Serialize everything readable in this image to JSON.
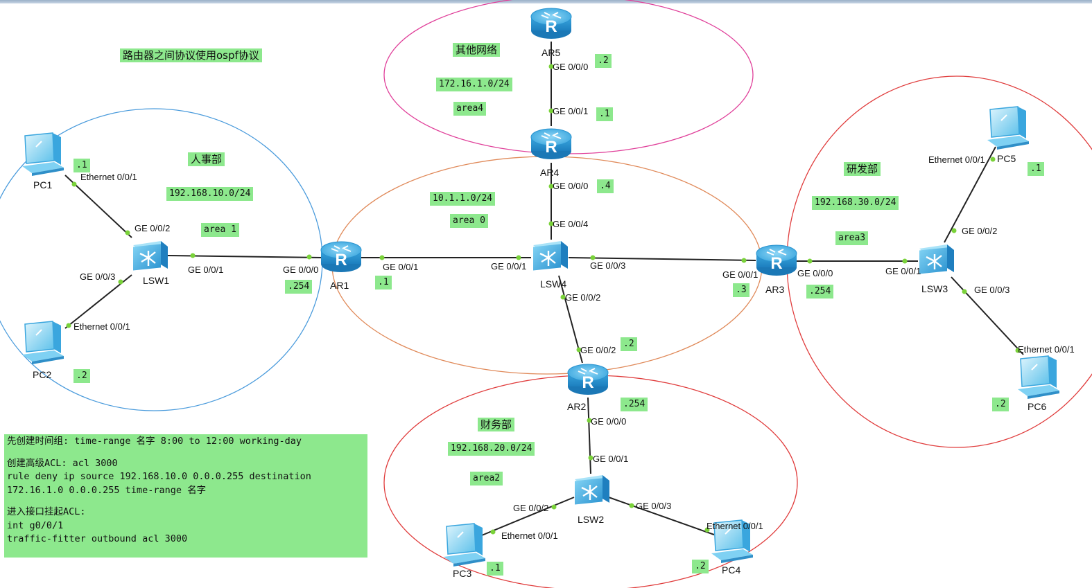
{
  "colors": {
    "area_hr": "#4a9bdc",
    "area_backbone": "#e08a5a",
    "area_other": "#e0409a",
    "area_rnd": "#e03c3c",
    "area_finance": "#e03c3c",
    "link": "#222222",
    "port_dot": "#7ad23a",
    "tag_bg": "#8de88d",
    "device": "#3fa9e0"
  },
  "title_note": "路由器之间协议使用ospf协议",
  "zones": {
    "hr": {
      "name": "人事部",
      "subnet": "192.168.10.0/24",
      "area": "area 1"
    },
    "backbone": {
      "subnet": "10.1.1.0/24",
      "area": "area 0"
    },
    "other": {
      "name": "其他网络",
      "subnet": "172.16.1.0/24",
      "area": "area4"
    },
    "rnd": {
      "name": "研发部",
      "subnet": "192.168.30.0/24",
      "area": "area3"
    },
    "finance": {
      "name": "财务部",
      "subnet": "192.168.20.0/24",
      "area": "area2"
    }
  },
  "devices": {
    "AR1": "AR1",
    "AR2": "AR2",
    "AR3": "AR3",
    "AR4": "AR4",
    "AR5": "AR5",
    "LSW1": "LSW1",
    "LSW2": "LSW2",
    "LSW3": "LSW3",
    "LSW4": "LSW4",
    "PC1": "PC1",
    "PC2": "PC2",
    "PC3": "PC3",
    "PC4": "PC4",
    "PC5": "PC5",
    "PC6": "PC6"
  },
  "ports": {
    "pc1_eth": "Ethernet 0/0/1",
    "lsw1_g002": "GE 0/0/2",
    "lsw1_g003": "GE 0/0/3",
    "pc2_eth": "Ethernet 0/0/1",
    "lsw1_g001": "GE 0/0/1",
    "ar1_g000": "GE 0/0/0",
    "ar1_g001": "GE 0/0/1",
    "lsw4_g001": "GE 0/0/1",
    "lsw4_g003": "GE 0/0/3",
    "lsw4_g004": "GE 0/0/4",
    "lsw4_g002": "GE 0/0/2",
    "ar4_g000": "GE 0/0/0",
    "ar4_g001": "GE 0/0/1",
    "ar5_g000": "GE 0/0/0",
    "ar3_g001": "GE 0/0/1",
    "ar3_g000": "GE 0/0/0",
    "lsw3_g001": "GE 0/0/1",
    "lsw3_g002": "GE 0/0/2",
    "lsw3_g003": "GE 0/0/3",
    "pc5_eth": "Ethernet 0/0/1",
    "pc6_eth": "Ethernet 0/0/1",
    "ar2_g002": "GE 0/0/2",
    "ar2_g000": "GE 0/0/0",
    "lsw2_g001": "GE 0/0/1",
    "lsw2_g002": "GE 0/0/2",
    "lsw2_g003": "GE 0/0/3",
    "pc3_eth": "Ethernet 0/0/1",
    "pc4_eth": "Ethernet 0/0/1"
  },
  "ip_tags": {
    "pc1": ".1",
    "pc2": ".2",
    "ar1_lan": ".254",
    "ar1_wan": ".1",
    "ar5": ".2",
    "ar4_up": ".1",
    "ar4_down": ".4",
    "ar3_wan": ".3",
    "ar3_lan": ".254",
    "pc5": ".1",
    "pc6": ".2",
    "ar2_up": ".2",
    "ar2_lan": ".254",
    "pc3": ".1",
    "pc4": ".2"
  },
  "config_note": {
    "line1": "先创建时间组: time-range 名字 8:00 to 12:00 working-day",
    "line2": "创建高级ACL: acl 3000",
    "line3": "rule deny ip source 192.168.10.0 0.0.0.255 destination",
    "line4": "172.16.1.0 0.0.0.255 time-range 名字",
    "line5": "进入接口挂起ACL:",
    "line6": "int g0/0/1",
    "line7": "traffic-fitter outbound acl 3000"
  }
}
